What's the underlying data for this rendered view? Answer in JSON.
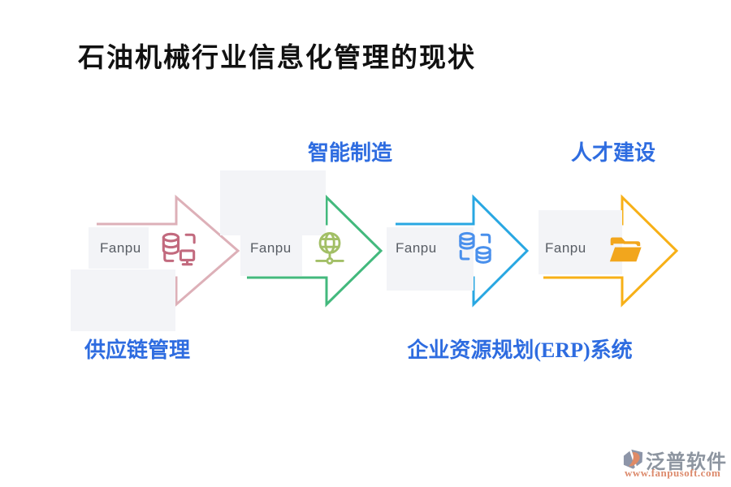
{
  "title": "石油机械行业信息化管理的现状",
  "stages": [
    {
      "brand": "Fanpu",
      "icon": "database-monitor-icon",
      "colors": {
        "arrow": "#ddb0b8",
        "icon": "#c26a7e"
      }
    },
    {
      "brand": "Fanpu",
      "icon": "globe-network-icon",
      "colors": {
        "arrow": "#43b97d",
        "icon": "#a2bf66"
      }
    },
    {
      "brand": "Fanpu",
      "icon": "database-sync-icon",
      "colors": {
        "arrow": "#28a7e2",
        "icon": "#4a90ec"
      }
    },
    {
      "brand": "Fanpu",
      "icon": "folder-icon",
      "colors": {
        "arrow": "#f7b017",
        "icon": "#f2a61d"
      }
    }
  ],
  "labels": {
    "top_left": "智能制造",
    "top_right": "人才建设",
    "bottom_left": "供应链管理",
    "bottom_right": "企业资源规划(ERP)系统",
    "accent_color": "#2e6ce0"
  },
  "watermark": {
    "brand": "泛普软件",
    "url": "www.fanpusoft.com"
  }
}
